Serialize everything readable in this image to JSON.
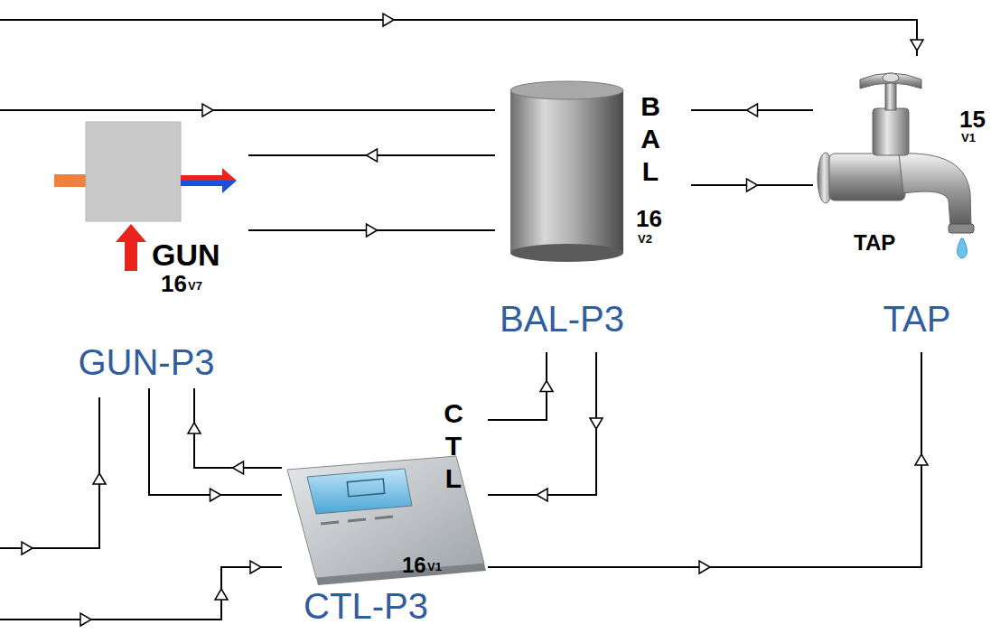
{
  "diagram": {
    "nodes": [
      {
        "text": [
          "GUN",
          "16",
          "V7",
          "GUN-P3"
        ]
      },
      {
        "text": [
          "BAL",
          "16",
          "V2",
          "BAL-P3"
        ]
      },
      {
        "text": [
          "15",
          "V1",
          "TAP",
          "TAP"
        ]
      },
      {
        "text": [
          "CTL",
          "16",
          "V1",
          "CTL-P3"
        ]
      }
    ],
    "edges": [
      {
        "from": 1,
        "to": 0,
        "arrow": "to"
      },
      {
        "from": 0,
        "to": 1,
        "arrow": "to"
      },
      {
        "from": 2,
        "to": 1,
        "arrow": "to"
      },
      {
        "from": 1,
        "to": 2,
        "arrow": "to"
      },
      {
        "from": 0,
        "to": 3,
        "arrow": "to"
      },
      {
        "from": 3,
        "to": 0,
        "arrow": "to"
      },
      {
        "from": 3,
        "to": 1,
        "arrow": "to"
      },
      {
        "from": 1,
        "to": 3,
        "arrow": "to"
      },
      {
        "from": 3,
        "to": 2,
        "arrow": "to"
      }
    ]
  }
}
